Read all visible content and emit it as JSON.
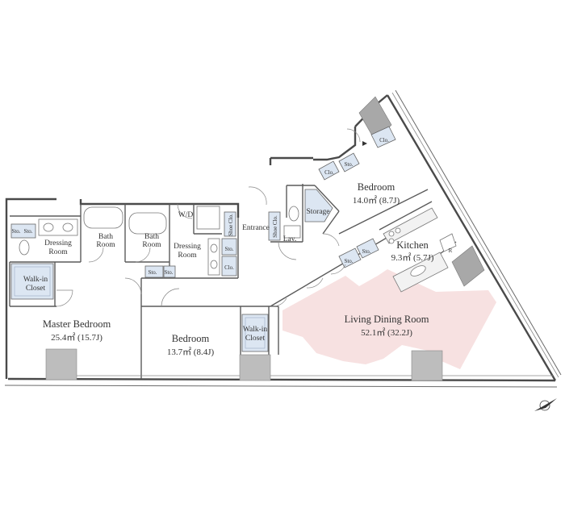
{
  "rooms": {
    "master_bedroom": {
      "name": "Master Bedroom",
      "area": "25.4㎡ (15.7J)"
    },
    "bedroom_2": {
      "name": "Bedroom",
      "area": "13.7㎡ (8.4J)"
    },
    "bedroom_3": {
      "name": "Bedroom",
      "area": "14.0㎡ (8.7J)"
    },
    "living_dining": {
      "name": "Living Dining Room",
      "area": "52.1㎡ (32.2J)"
    },
    "kitchen": {
      "name": "Kitchen",
      "area": "9.3㎡ (5.7J)"
    },
    "dressing_1": {
      "name_line1": "Dressing",
      "name_line2": "Room"
    },
    "dressing_2": {
      "name_line1": "Dressing",
      "name_line2": "Room"
    },
    "bath_1": {
      "name_line1": "Bath",
      "name_line2": "Room"
    },
    "bath_2": {
      "name_line1": "Bath",
      "name_line2": "Room"
    },
    "walkin_1": {
      "name_line1": "Walk-in",
      "name_line2": "Closet"
    },
    "walkin_2": {
      "name_line1": "Walk-in",
      "name_line2": "Closet"
    },
    "entrance": {
      "name": "Entrance"
    },
    "lav": {
      "name": "Lav."
    },
    "storage": {
      "name": "Storage"
    },
    "wd": {
      "name": "W/D"
    },
    "shoe_clo_1": {
      "name": "Shoe Clo."
    },
    "shoe_clo_2": {
      "name": "Shoe Clo."
    }
  },
  "small_labels": {
    "sto": "Sto.",
    "clo": "Clo.",
    "r": "R"
  },
  "colors": {
    "living_floor": "#f7e1e1",
    "closet_fill": "#dce6f2",
    "pillar": "#bdbdbd"
  },
  "icons": {
    "north_arrow": "north-arrow-icon"
  }
}
